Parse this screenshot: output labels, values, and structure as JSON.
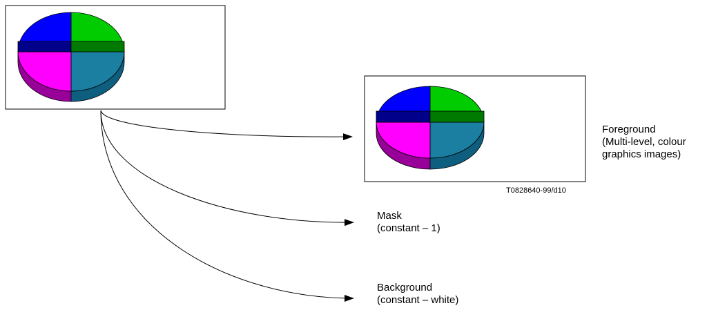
{
  "colors": {
    "green": "#00cc00",
    "dark_green": "#007a00",
    "blue": "#0000ff",
    "navy": "#00008b",
    "magenta": "#ff00ff",
    "purple": "#990099",
    "teal": "#1a7fa0",
    "dark_teal": "#0e5e80"
  },
  "labels": {
    "foreground": {
      "line1": "Foreground",
      "line2": "(Multi-level, colour",
      "line3": "graphics images)"
    },
    "mask": {
      "line1": "Mask",
      "line2": "(constant – 1)"
    },
    "background": {
      "line1": "Background",
      "line2": "(constant – white)"
    },
    "figure_ref": "T0828640-99/d10"
  }
}
